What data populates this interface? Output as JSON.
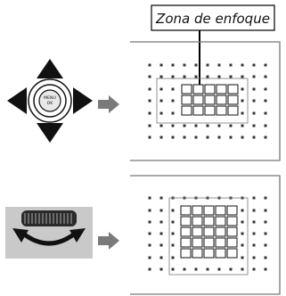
{
  "callout": {
    "label": "Zona de enfoque"
  },
  "panels": [
    {
      "control": "selector-pad",
      "control_icons": [
        "up-arrow-icon",
        "down-arrow-icon",
        "left-arrow-icon",
        "right-arrow-icon",
        "center-button-icon"
      ],
      "center_button_label": "MENU OK",
      "action_icon": "right-arrow-icon",
      "focus_grid": {
        "columns": 5,
        "rows": 3
      }
    },
    {
      "control": "command-dial",
      "control_icons": [
        "dial-icon",
        "rotate-arrow-icon"
      ],
      "action_icon": "right-arrow-icon",
      "focus_grid": {
        "columns": 5,
        "rows": 5
      }
    }
  ],
  "colors": {
    "arrow": "#7a7a7a",
    "dots": "#333333",
    "frame": "#777777",
    "dial_background": "#c9c9c9",
    "selector_fill": "#111111"
  }
}
